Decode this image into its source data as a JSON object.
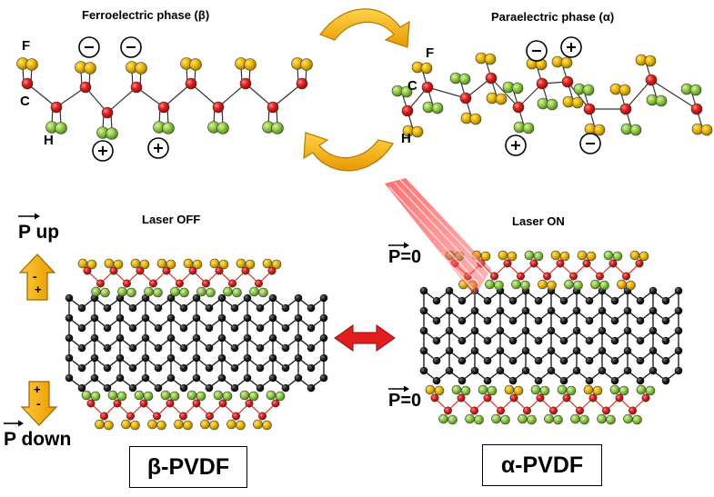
{
  "top": {
    "ferro_title": "Ferroelectric phase (β)",
    "para_title": "Paraelectric phase (α)",
    "atom_f": "F",
    "atom_c": "C",
    "atom_h": "H",
    "minus_sign": "−",
    "plus_sign": "+"
  },
  "bottom": {
    "laser_off": "Laser OFF",
    "laser_on": "Laser ON",
    "p_up": "P up",
    "p_down": "P down",
    "p_zero_top": "P=0",
    "p_zero_bottom": "P=0",
    "arrow_minus": "-",
    "arrow_plus": "+",
    "beta_box": "β-PVDF",
    "alpha_box": "α-PVDF"
  },
  "colors": {
    "fluorine": "#e8b400",
    "hydrogen": "#8cc63f",
    "carbon": "#e0201c",
    "graphene": "#111111",
    "cycle_arrow": "#f5b400",
    "laser": "#ff3b3b",
    "double_arrow": "#e41e1e"
  }
}
